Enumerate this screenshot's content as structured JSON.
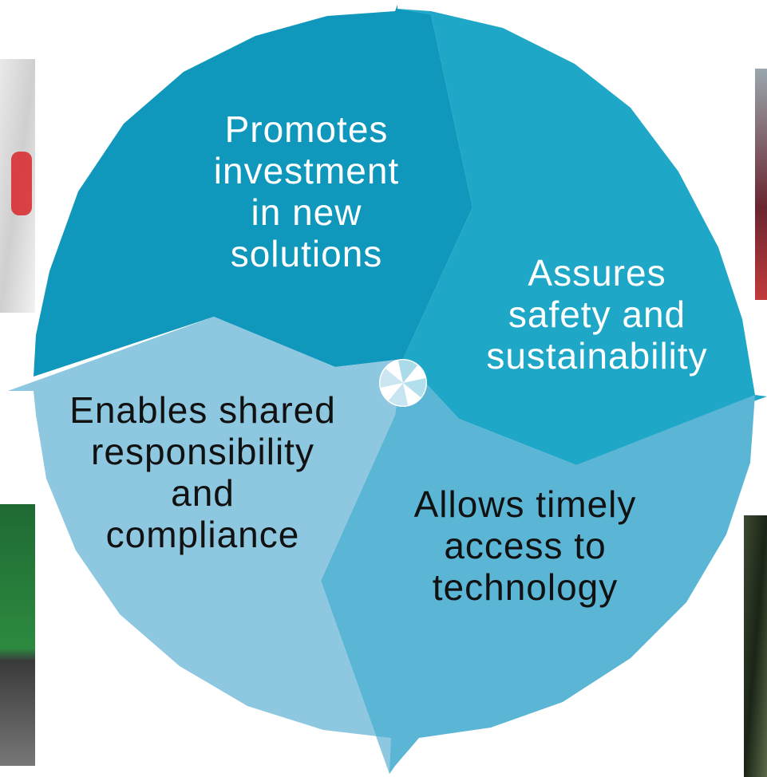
{
  "colors": {
    "segment_top": "#0F97BC",
    "segment_right": "#1FA7C8",
    "segment_bottom": "#5BB5D5",
    "segment_left": "#8DC7E0",
    "label_white": "#ffffff",
    "label_dark": "#111111"
  },
  "segments": [
    {
      "lines": [
        "Promotes",
        "investment",
        "in new",
        "solutions"
      ],
      "color_key": "segment_top",
      "text_color_key": "label_white"
    },
    {
      "lines": [
        "Assures",
        "safety and",
        "sustainability"
      ],
      "color_key": "segment_right",
      "text_color_key": "label_white"
    },
    {
      "lines": [
        "Allows timely",
        "access to",
        "technology"
      ],
      "color_key": "segment_bottom",
      "text_color_key": "label_dark"
    },
    {
      "lines": [
        "Enables shared",
        "responsibility",
        "and",
        "compliance"
      ],
      "color_key": "segment_left",
      "text_color_key": "label_dark"
    }
  ],
  "side_photos": [
    {
      "name": "photo-top-left",
      "description_icon": "photo-icon"
    },
    {
      "name": "photo-top-right",
      "description_icon": "photo-icon"
    },
    {
      "name": "photo-bottom-left",
      "description_icon": "photo-icon"
    },
    {
      "name": "photo-bottom-right",
      "description_icon": "photo-icon"
    }
  ]
}
